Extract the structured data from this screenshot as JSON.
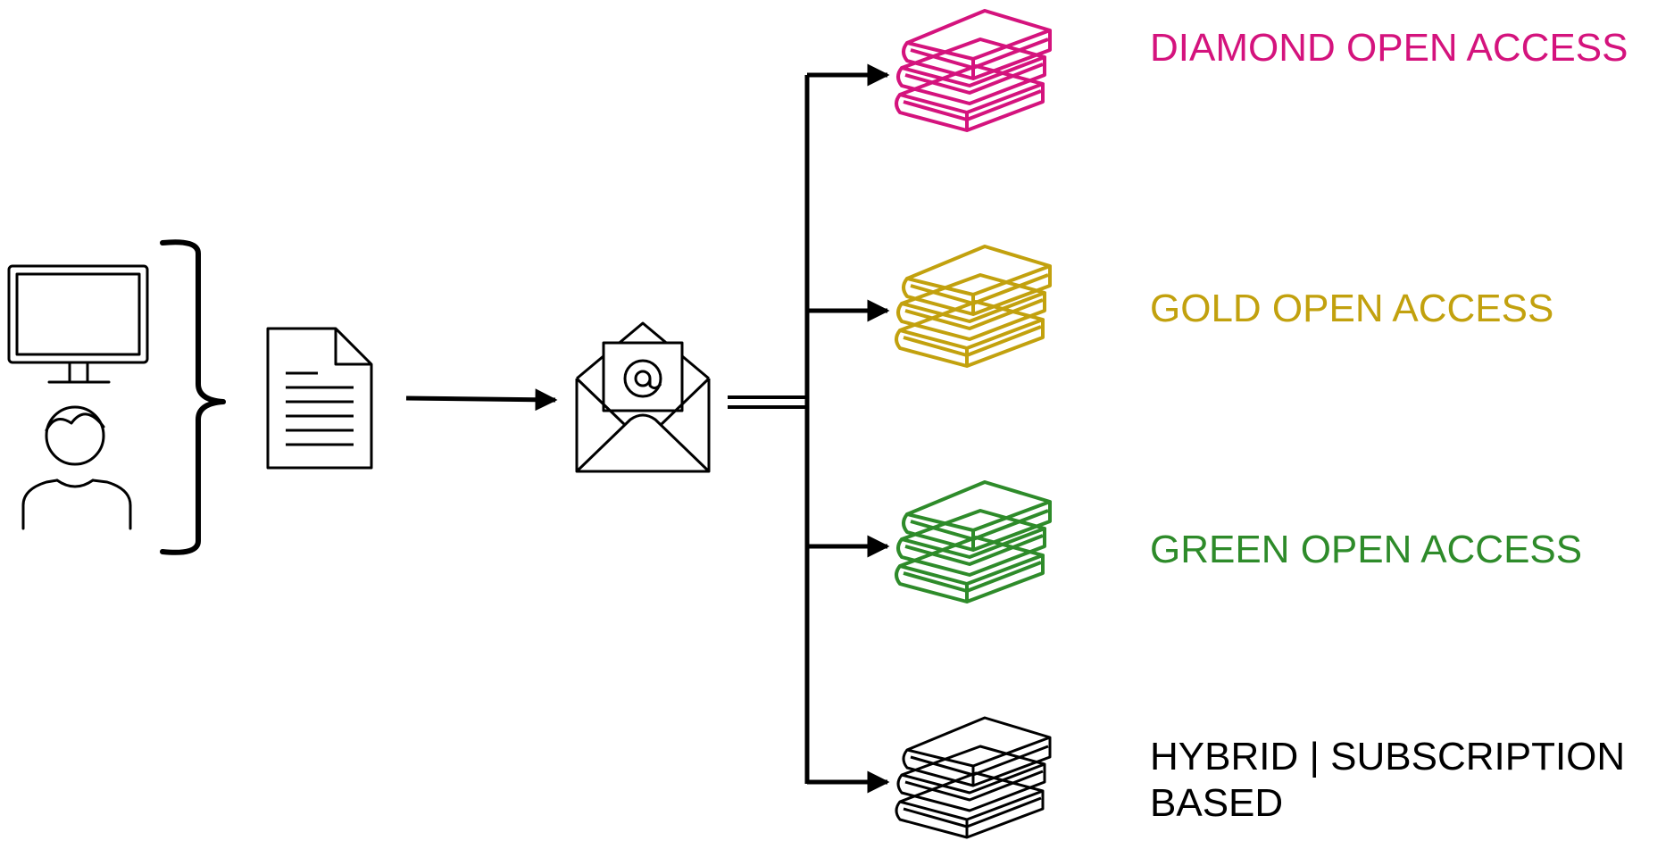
{
  "diagram": {
    "colors": {
      "diamond": "#d4137d",
      "gold": "#c2a10e",
      "green": "#2e8b2a",
      "hybrid": "#000000",
      "connector": "#000000"
    },
    "icons": {
      "author": "computer-user-icon",
      "manuscript": "document-icon",
      "submission": "email-envelope-icon",
      "outlet": "book-stack-icon"
    },
    "outcomes": [
      {
        "key": "diamond",
        "lines": [
          "DIAMOND OPEN ACCESS"
        ]
      },
      {
        "key": "gold",
        "lines": [
          "GOLD OPEN ACCESS"
        ]
      },
      {
        "key": "green",
        "lines": [
          "GREEN OPEN ACCESS"
        ]
      },
      {
        "key": "hybrid",
        "lines": [
          "HYBRID | SUBSCRIPTION",
          "BASED"
        ]
      }
    ]
  }
}
